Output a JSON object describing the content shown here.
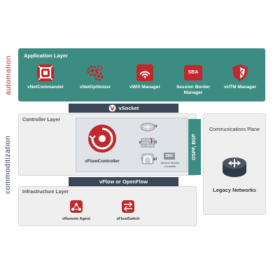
{
  "side_labels": {
    "automation": "automation",
    "commoditization": "commoditization"
  },
  "application_layer": {
    "title": "Application Layer",
    "items": [
      {
        "label": "vNetCommander",
        "icon": "vnetcommander-icon"
      },
      {
        "label": "vNetOptimizer",
        "icon": "gears-icon"
      },
      {
        "label": "vWifi Manager",
        "icon": "wifi-icon"
      },
      {
        "label": "Session Border Manager",
        "icon": "sba-icon",
        "icon_text": "SBA"
      },
      {
        "label": "vUTM Manager",
        "icon": "shield-icon"
      }
    ]
  },
  "vsocket": {
    "label": "vSocket"
  },
  "controller_layer": {
    "title": "Controller Layer",
    "controller": {
      "label": "vFlowController"
    },
    "functions": [
      {
        "label": "vRouter",
        "icon": "router-icon"
      },
      {
        "label": "vFirewall",
        "icon": "firewall-icon"
      },
      {
        "label": "vTunnel",
        "icon": "tunnel-icon"
      }
    ],
    "sbc": {
      "badge": "SBC",
      "label": "Session Border Controller"
    }
  },
  "ospf_bgp": {
    "label": "OSPF, BGP"
  },
  "communications_plane": {
    "title": "Communications Plane",
    "legacy": {
      "label": "Legacy Networks",
      "icon": "router-icon"
    }
  },
  "vflow_bar": {
    "label": "vFlow or OpenFlow"
  },
  "infrastructure_layer": {
    "title": "Infrastructure Layer",
    "items": [
      {
        "label": "vRemote Agent",
        "icon": "remote-agent-icon"
      },
      {
        "label": "vFlowSwitch",
        "icon": "switch-icon"
      }
    ]
  },
  "colors": {
    "red": "#c0282b",
    "teal": "#3d8c82",
    "navy": "#3b4656",
    "gray": "#efefef"
  }
}
